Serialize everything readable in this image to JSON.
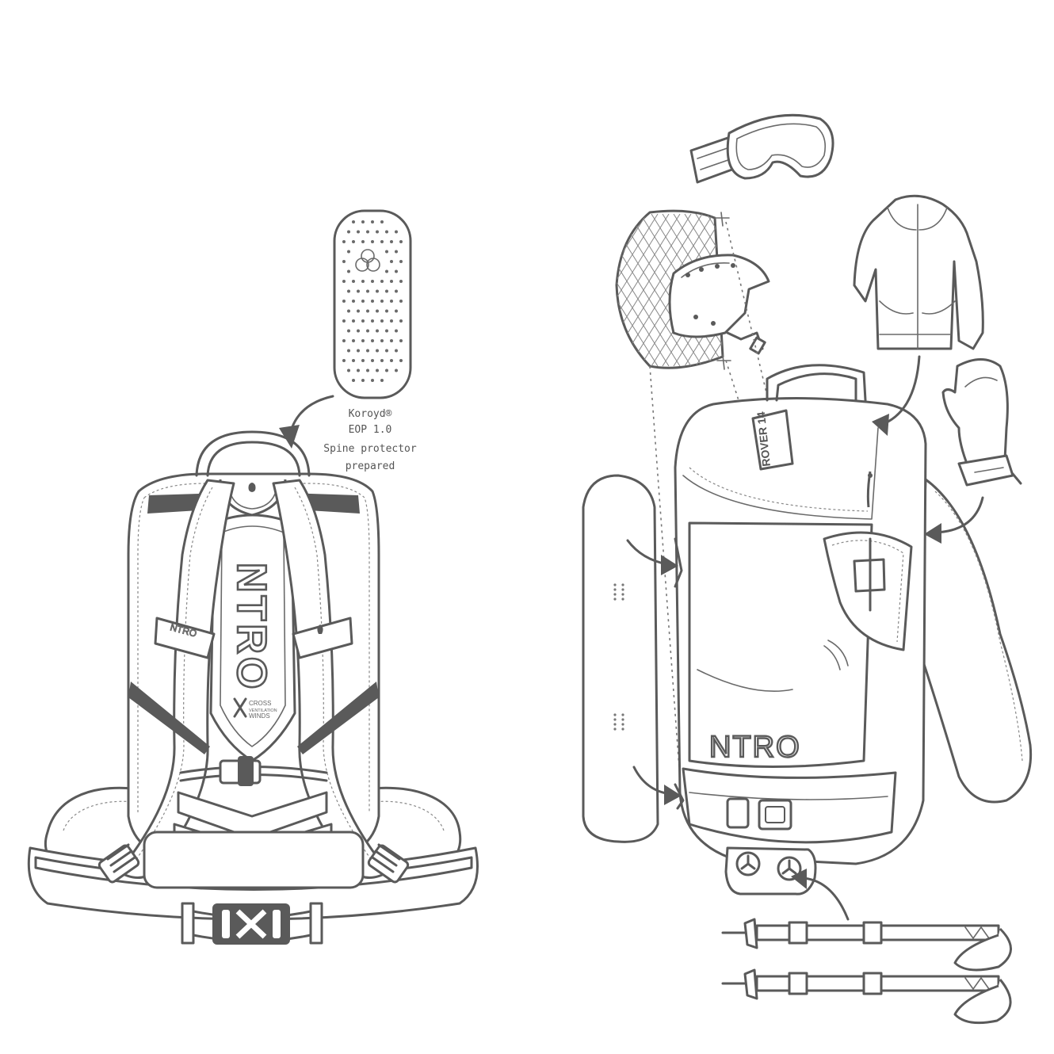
{
  "callout": {
    "line1": "Koroyd®",
    "line2": "EOP 1.0",
    "line3": "Spine protector",
    "line4": "prepared"
  },
  "branding": {
    "back_logo": "NTRO",
    "front_logo": "NTRO",
    "small_logo": "NTRO",
    "model_tag": "ROVER 14",
    "vent_line1": "CROSS",
    "vent_line2": "VENTILATION",
    "vent_line3": "WINDS"
  },
  "icons": [
    "goggles-icon",
    "helmet-icon",
    "jacket-icon",
    "mitten-icon",
    "snowboard-icon",
    "ski-pole-icon",
    "koroyd-pad-icon"
  ]
}
